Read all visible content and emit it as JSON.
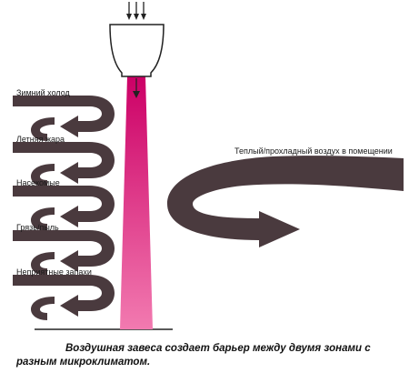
{
  "labels": {
    "winter_cold": "Зимний холод",
    "summer_heat": "Летняя жара",
    "insects": "Насекомые",
    "dirt_dust": "Грязь/пыль",
    "bad_smells": "Неприятные запахи",
    "indoor_air": "Теплый/прохладный воздух в помещении"
  },
  "caption": {
    "line1": "Воздушная завеса создает барьер между двумя зонами с",
    "line2": "разным микроклиматом."
  },
  "colors": {
    "curtain_top": "#cc0066",
    "curtain_bottom": "#f06aa8",
    "arrow": "#4a3a3e",
    "outline": "#222222"
  }
}
